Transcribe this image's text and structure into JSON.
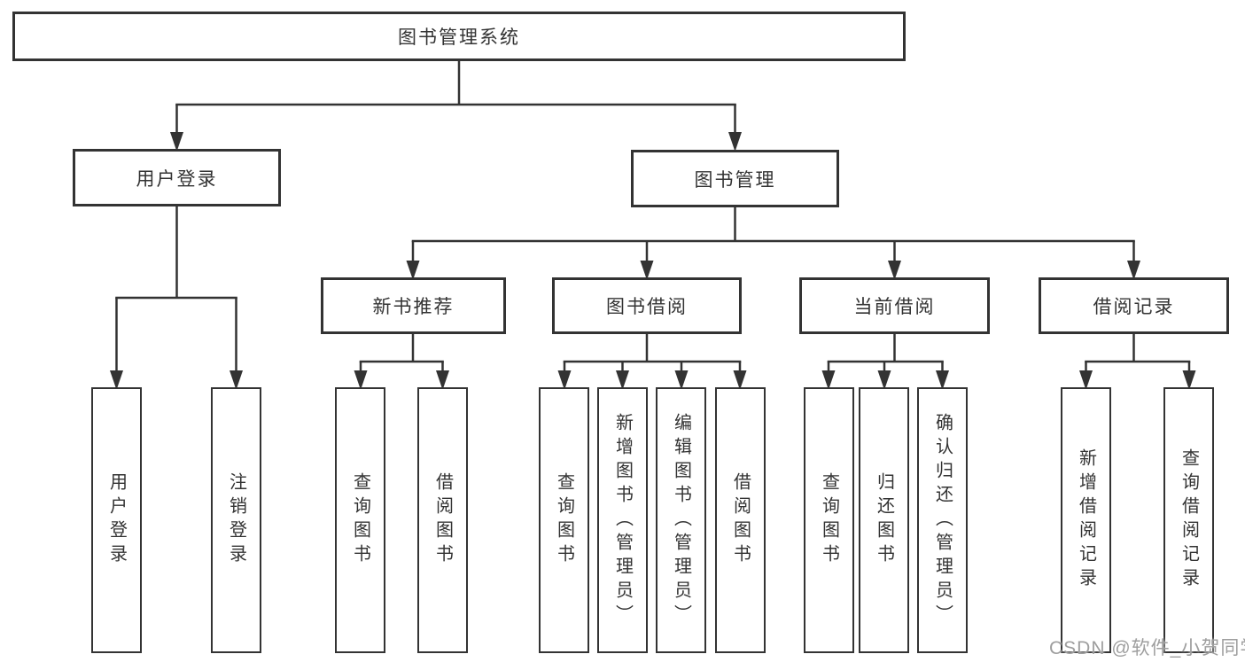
{
  "nodes": {
    "root": {
      "label": "图书管理系统"
    },
    "user_login": {
      "label": "用户登录"
    },
    "book_mgmt": {
      "label": "图书管理"
    },
    "new_book_rec": {
      "label": "新书推荐"
    },
    "book_borrow": {
      "label": "图书借阅"
    },
    "current_borrow": {
      "label": "当前借阅"
    },
    "borrow_record": {
      "label": "借阅记录"
    },
    "leaf_user_login": {
      "label": "用户登录"
    },
    "leaf_logout": {
      "label": "注销登录"
    },
    "leaf_rec_query_book": {
      "label": "查询图书"
    },
    "leaf_rec_borrow_book": {
      "label": "借阅图书"
    },
    "leaf_bb_query_book": {
      "label": "查询图书"
    },
    "leaf_bb_add_book": {
      "label": "新增图书（管理员）"
    },
    "leaf_bb_edit_book": {
      "label": "编辑图书（管理员）"
    },
    "leaf_bb_borrow_book": {
      "label": "借阅图书"
    },
    "leaf_cb_query_book": {
      "label": "查询图书"
    },
    "leaf_cb_return_book": {
      "label": "归还图书"
    },
    "leaf_cb_confirm_return": {
      "label": "确认归还（管理员）"
    },
    "leaf_br_add_record": {
      "label": "新增借阅记录"
    },
    "leaf_br_query_record": {
      "label": "查询借阅记录"
    }
  },
  "watermark": {
    "text": "CSDN @软件_小贺同学"
  },
  "colors": {
    "line": "#333333",
    "box_border": "#333333",
    "box_fill": "#ffffff",
    "text": "#333333",
    "watermark": "#9e9e9e",
    "background": "#ffffff"
  }
}
